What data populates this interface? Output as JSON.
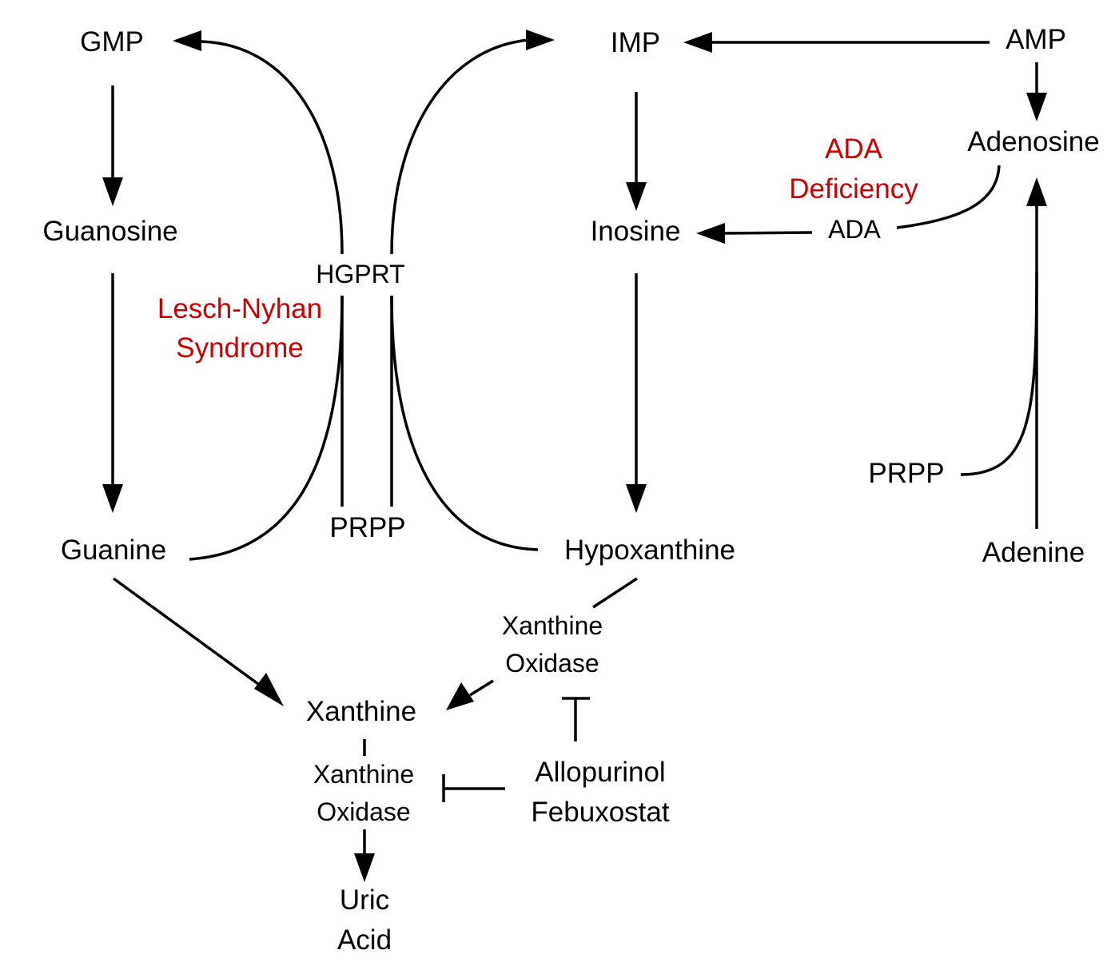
{
  "colors": {
    "text": "#000000",
    "disease": "#cc0000",
    "edge": "#000000",
    "background": "#ffffff"
  },
  "nodes": {
    "gmp": "GMP",
    "guanosine": "Guanosine",
    "guanine": "Guanine",
    "imp": "IMP",
    "inosine": "Inosine",
    "hypoxanthine": "Hypoxanthine",
    "amp": "AMP",
    "adenosine": "Adenosine",
    "adenine": "Adenine",
    "xanthine": "Xanthine",
    "uric_acid": [
      "Uric",
      "Acid"
    ],
    "prpp_center": "PRPP",
    "prpp_right": "PRPP"
  },
  "enzymes": {
    "hgprt": "HGPRT",
    "ada": "ADA",
    "xanthine_oxidase_upper": [
      "Xanthine",
      "Oxidase"
    ],
    "xanthine_oxidase_lower": [
      "Xanthine",
      "Oxidase"
    ]
  },
  "diseases": {
    "lesch_nyhan": [
      "Lesch-Nyhan",
      "Syndrome"
    ],
    "ada_deficiency": [
      "ADA",
      "Deficiency"
    ]
  },
  "drugs": {
    "inhibitors": [
      "Allopurinol",
      "Febuxostat"
    ]
  }
}
